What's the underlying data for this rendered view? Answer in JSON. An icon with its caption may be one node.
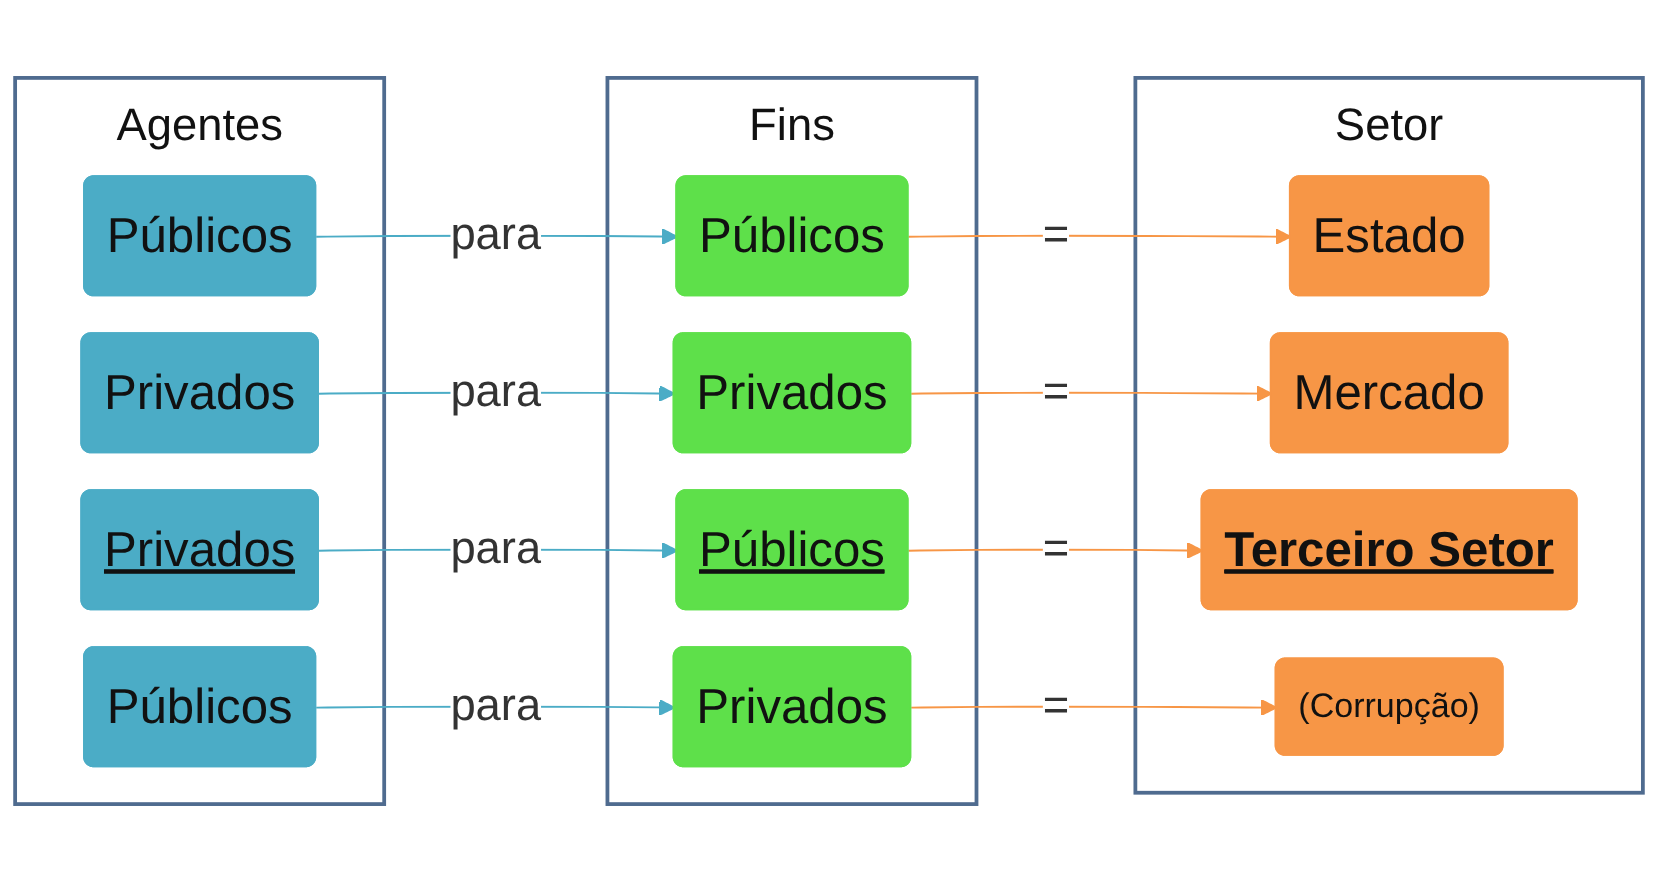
{
  "diagram": {
    "nodes": [
      {
        "text": [
          "Agentes"
        ]
      },
      {
        "text": [
          "Públicos"
        ],
        "in": 0
      },
      {
        "text": [
          "Privados"
        ],
        "in": 0
      },
      {
        "text": [
          "Privados"
        ],
        "in": 0
      },
      {
        "text": [
          "Públicos"
        ],
        "in": 0
      },
      {
        "text": [
          "Fins"
        ]
      },
      {
        "text": [
          "Públicos"
        ],
        "in": 5
      },
      {
        "text": [
          "Privados"
        ],
        "in": 5
      },
      {
        "text": [
          "Públicos"
        ],
        "in": 5
      },
      {
        "text": [
          "Privados"
        ],
        "in": 5
      },
      {
        "text": [
          "Setor"
        ]
      },
      {
        "text": [
          "Estado"
        ],
        "in": 10
      },
      {
        "text": [
          "Mercado"
        ],
        "in": 10
      },
      {
        "text": [
          "Terceiro Setor"
        ],
        "in": 10
      },
      {
        "text": [
          "(Corrupção)"
        ],
        "in": 10
      }
    ],
    "edges": [
      {
        "from": 1,
        "to": 6,
        "arrow": "to",
        "label": "para",
        "color": "#4bacc6"
      },
      {
        "from": 6,
        "to": 11,
        "arrow": "to",
        "label": "=",
        "color": "#f79646"
      },
      {
        "from": 2,
        "to": 7,
        "arrow": "to",
        "label": "para",
        "color": "#4bacc6"
      },
      {
        "from": 7,
        "to": 12,
        "arrow": "to",
        "label": "=",
        "color": "#f79646"
      },
      {
        "from": 3,
        "to": 8,
        "arrow": "to",
        "label": "para",
        "color": "#4bacc6"
      },
      {
        "from": 8,
        "to": 13,
        "arrow": "to",
        "label": "=",
        "color": "#f79646"
      },
      {
        "from": 4,
        "to": 9,
        "arrow": "to",
        "label": "para",
        "color": "#4bacc6"
      },
      {
        "from": 9,
        "to": 14,
        "arrow": "to",
        "label": "=",
        "color": "#f79646"
      }
    ]
  }
}
